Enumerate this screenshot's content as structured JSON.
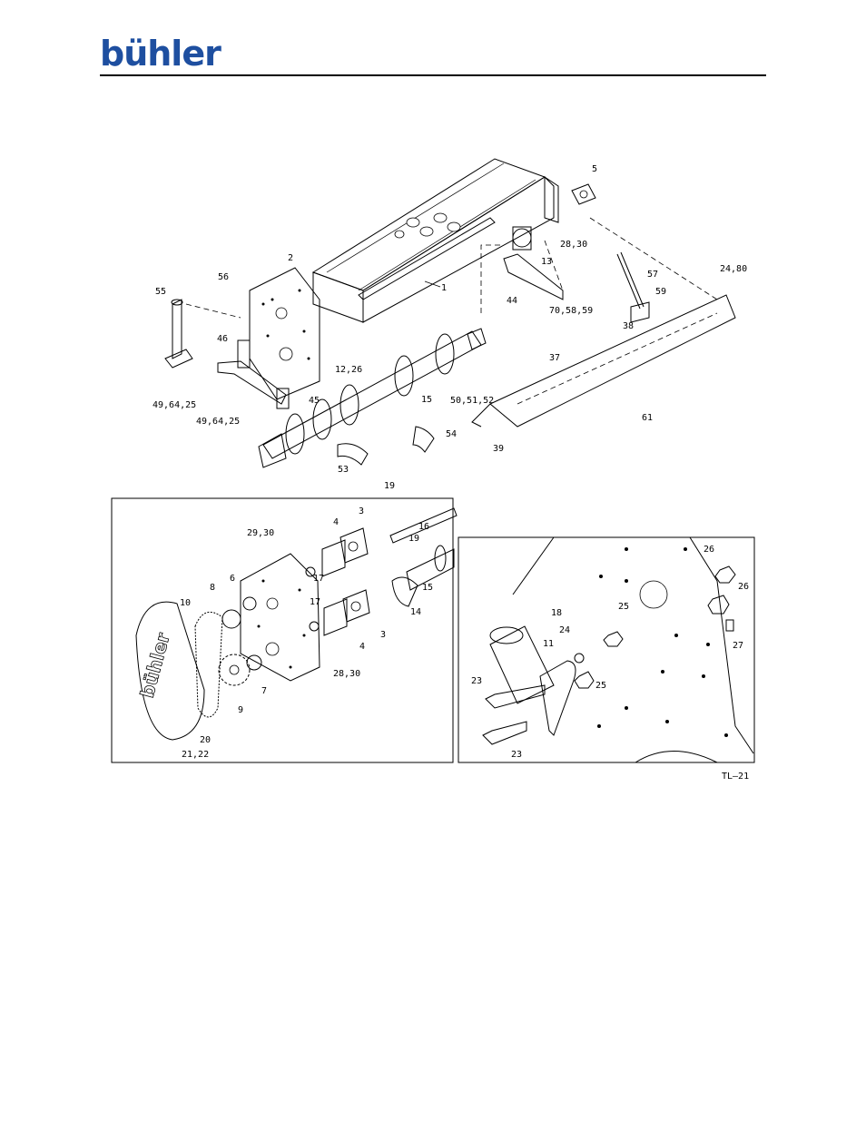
{
  "brand": {
    "logo_text": "bühler"
  },
  "figure": {
    "reference": "TL–21",
    "inset_logo_text": "bühler"
  },
  "callouts": {
    "top": [
      "1",
      "2",
      "5",
      "12,26",
      "13",
      "15",
      "24,80",
      "28,30",
      "37",
      "38",
      "39",
      "44",
      "45",
      "46",
      "49,64,25",
      "49,64,25",
      "50,51,52",
      "53",
      "54",
      "55",
      "56",
      "57",
      "59",
      "61",
      "70,58,59"
    ],
    "left_inset": [
      "3",
      "3",
      "4",
      "4",
      "6",
      "7",
      "8",
      "9",
      "10",
      "14",
      "15",
      "16",
      "17",
      "17",
      "19",
      "19",
      "20",
      "21,22",
      "28,30",
      "29,30"
    ],
    "right_inset": [
      "11",
      "18",
      "23",
      "23",
      "24",
      "25",
      "25",
      "26",
      "26",
      "27"
    ]
  }
}
